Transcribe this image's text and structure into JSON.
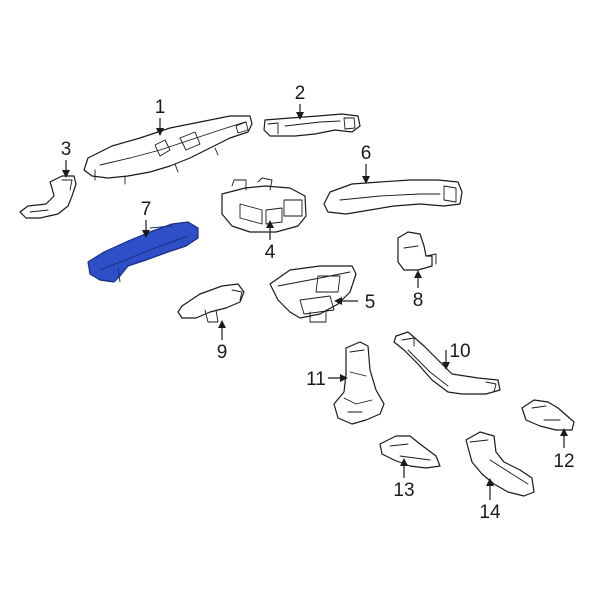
{
  "diagram": {
    "highlight_color": "#2e4fc8",
    "highlight_stroke": "#1b2f80",
    "highlighted_part": "7",
    "callouts": [
      {
        "id": "1",
        "label": "1"
      },
      {
        "id": "2",
        "label": "2"
      },
      {
        "id": "3",
        "label": "3"
      },
      {
        "id": "4",
        "label": "4"
      },
      {
        "id": "5",
        "label": "5"
      },
      {
        "id": "6",
        "label": "6"
      },
      {
        "id": "7",
        "label": "7"
      },
      {
        "id": "8",
        "label": "8"
      },
      {
        "id": "9",
        "label": "9"
      },
      {
        "id": "10",
        "label": "10"
      },
      {
        "id": "11",
        "label": "11"
      },
      {
        "id": "12",
        "label": "12"
      },
      {
        "id": "13",
        "label": "13"
      },
      {
        "id": "14",
        "label": "14"
      }
    ]
  }
}
